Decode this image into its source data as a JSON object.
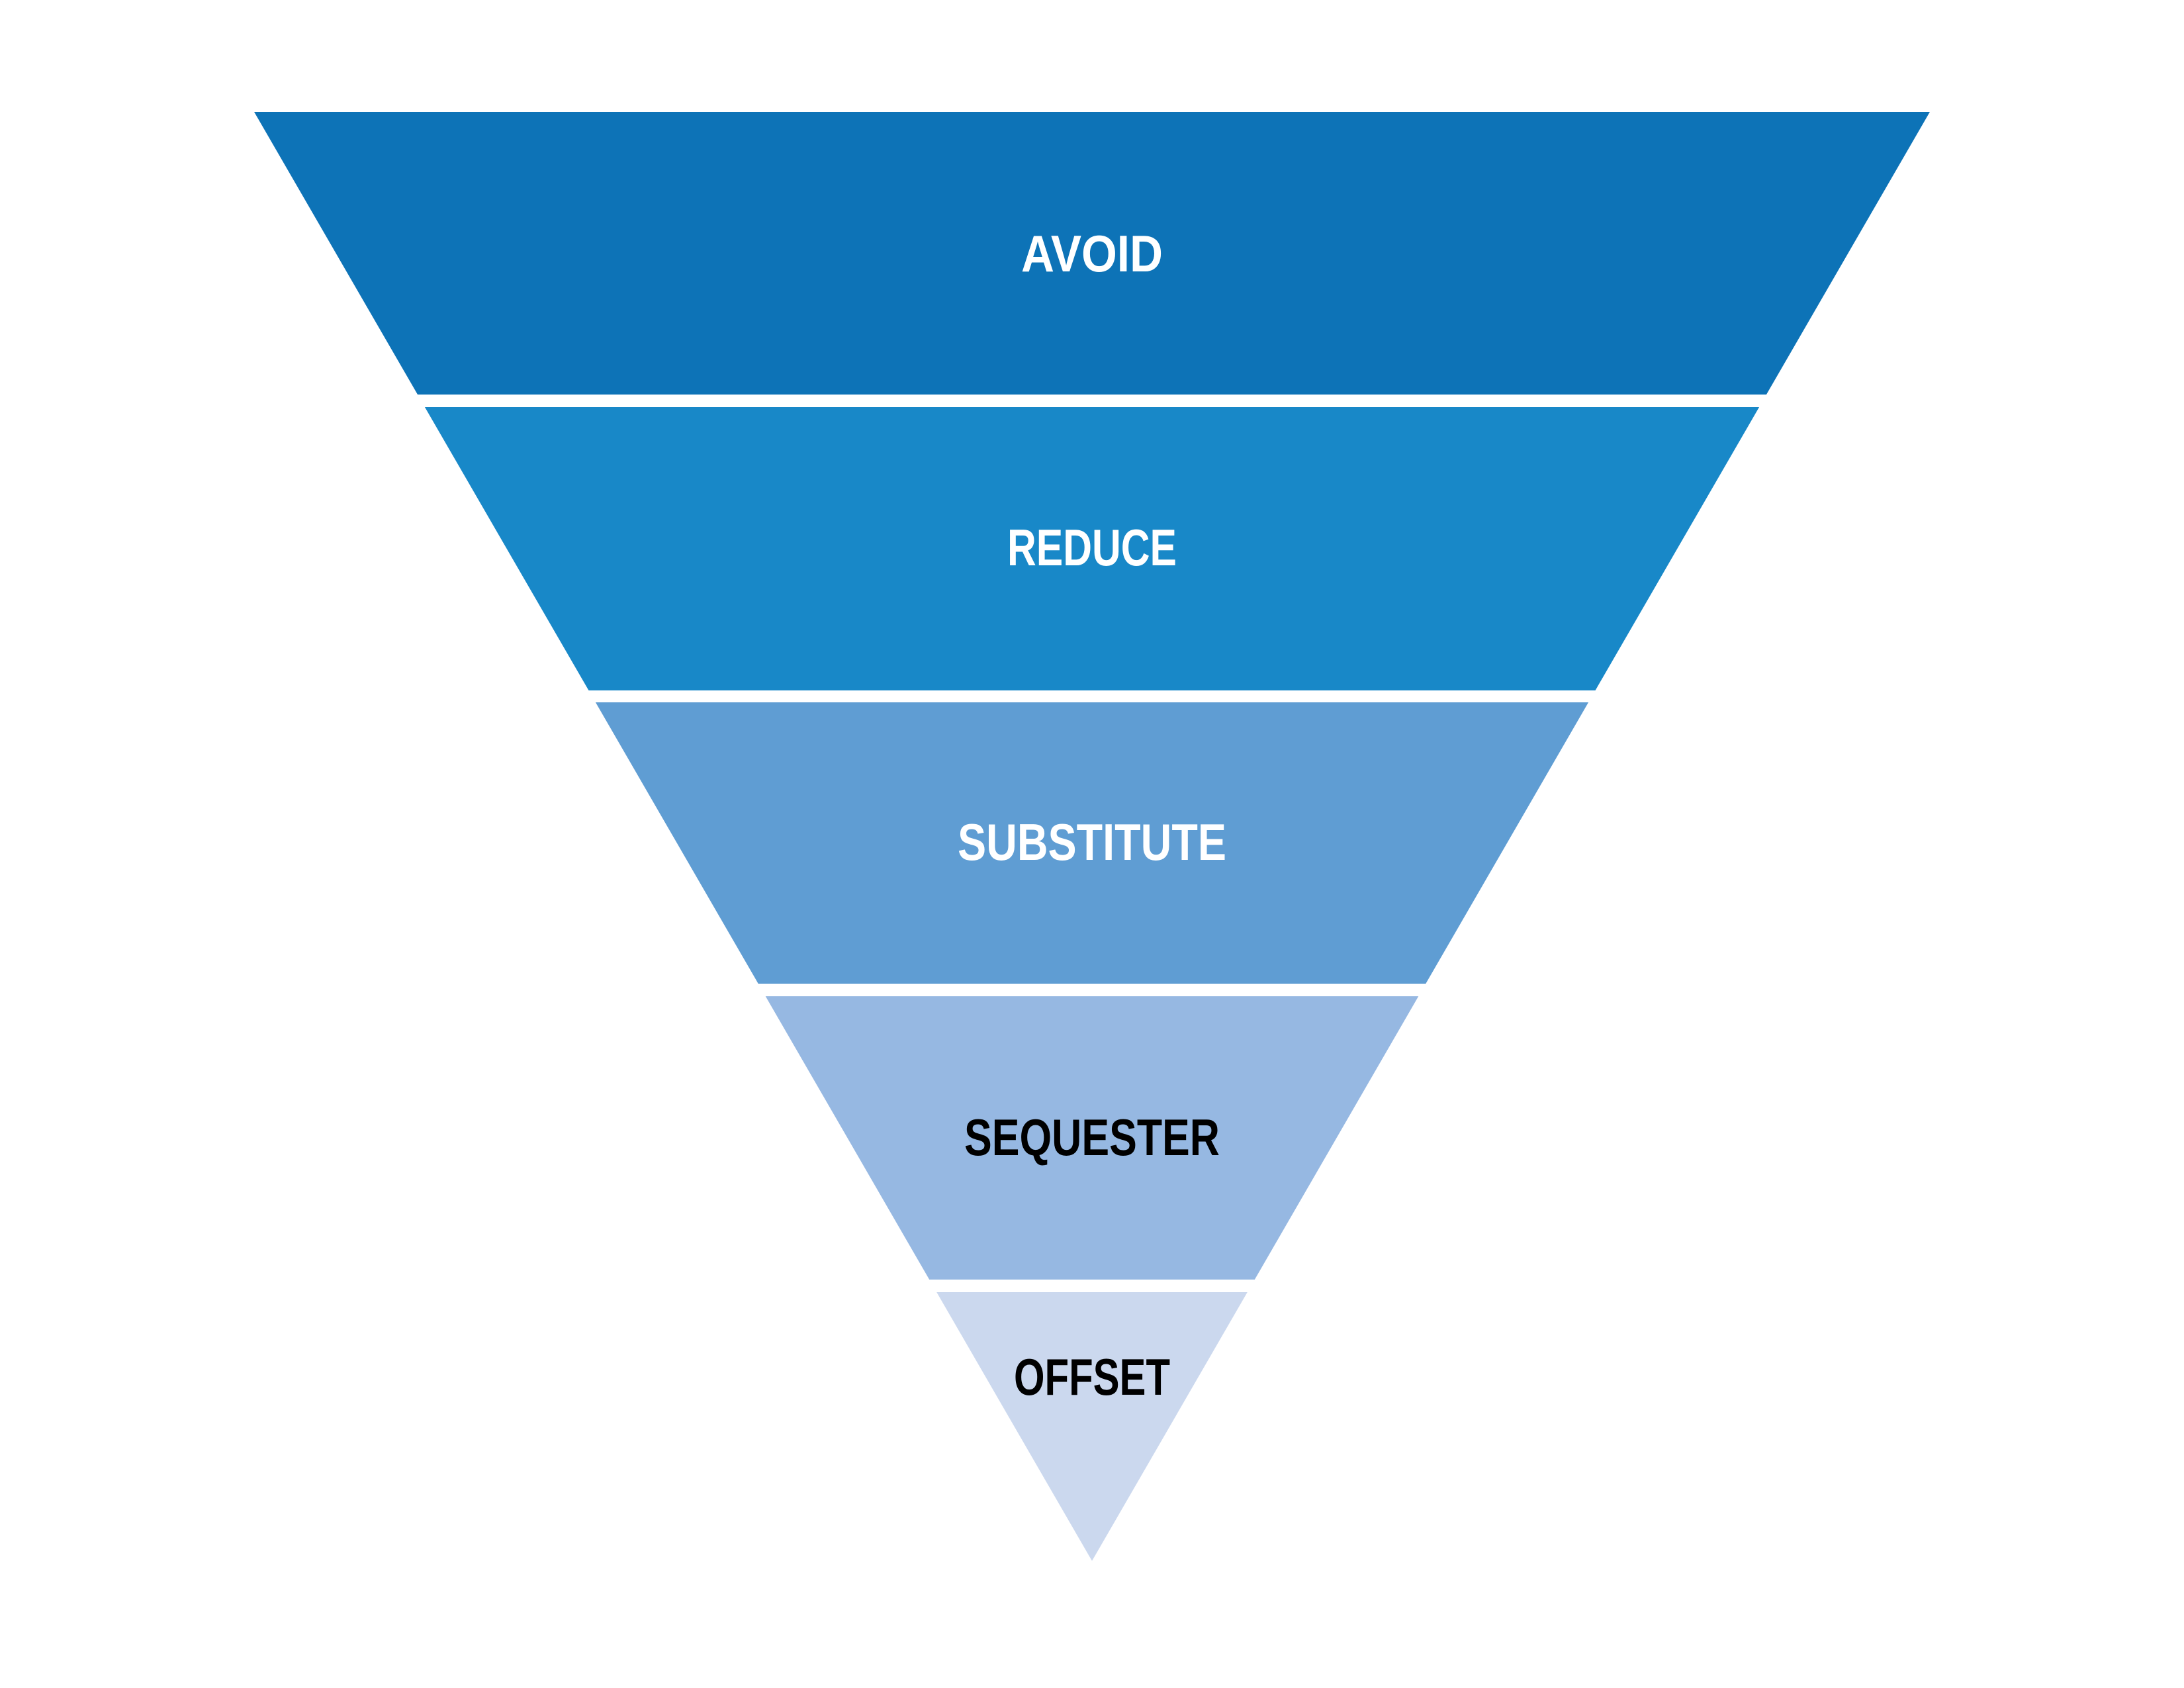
{
  "page": {
    "background_color": "#ffffff"
  },
  "chart_data": {
    "type": "funnel",
    "orientation": "inverted-pyramid",
    "gap_color": "#ffffff",
    "levels": [
      {
        "label": "AVOID",
        "fill": "#0D73B7",
        "text_color": "#FFFFFF"
      },
      {
        "label": "REDUCE",
        "fill": "#1888C8",
        "text_color": "#FFFFFF"
      },
      {
        "label": "SUBSTITUTE",
        "fill": "#5F9DD3",
        "text_color": "#FFFFFF"
      },
      {
        "label": "SEQUESTER",
        "fill": "#96B8E2",
        "text_color": "#000000"
      },
      {
        "label": "OFFSET",
        "fill": "#CBD8EE",
        "text_color": "#000000"
      }
    ]
  }
}
